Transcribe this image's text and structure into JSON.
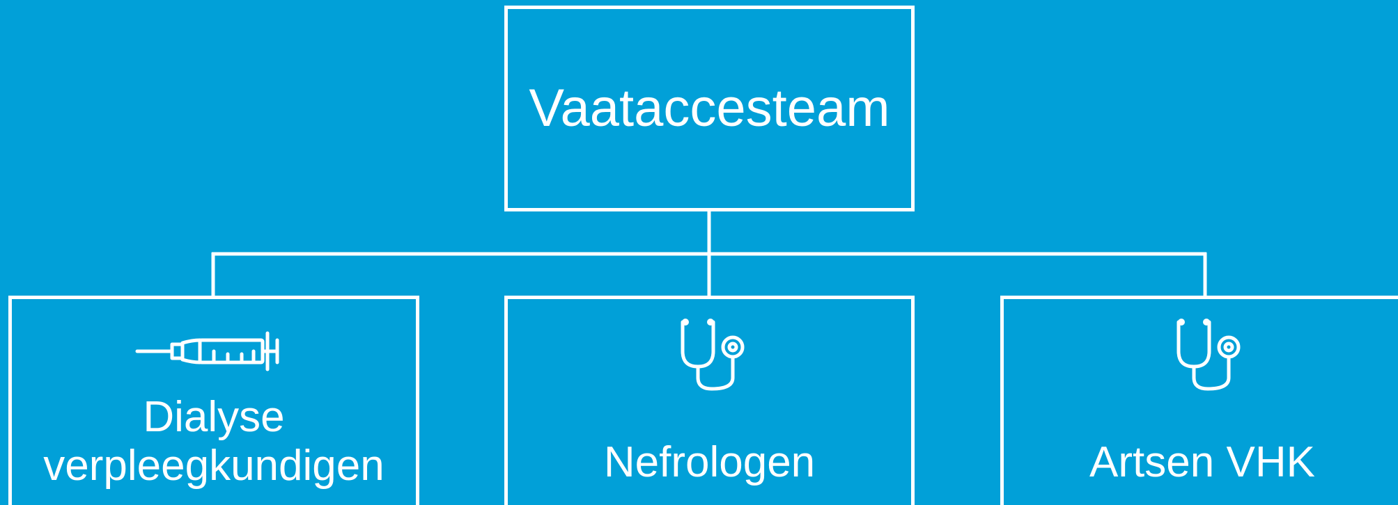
{
  "diagram": {
    "root": {
      "label": "Vaataccesteam"
    },
    "children": [
      {
        "label_line1": "Dialyse",
        "label_line2": "verpleegkundigen",
        "icon": "syringe-icon"
      },
      {
        "label": "Nefrologen",
        "icon": "stethoscope-icon"
      },
      {
        "label": "Artsen VHK",
        "icon": "stethoscope-icon"
      }
    ]
  },
  "colors": {
    "background": "#01A0D8",
    "stroke": "#FFFFFF",
    "text": "#FFFFFF"
  }
}
